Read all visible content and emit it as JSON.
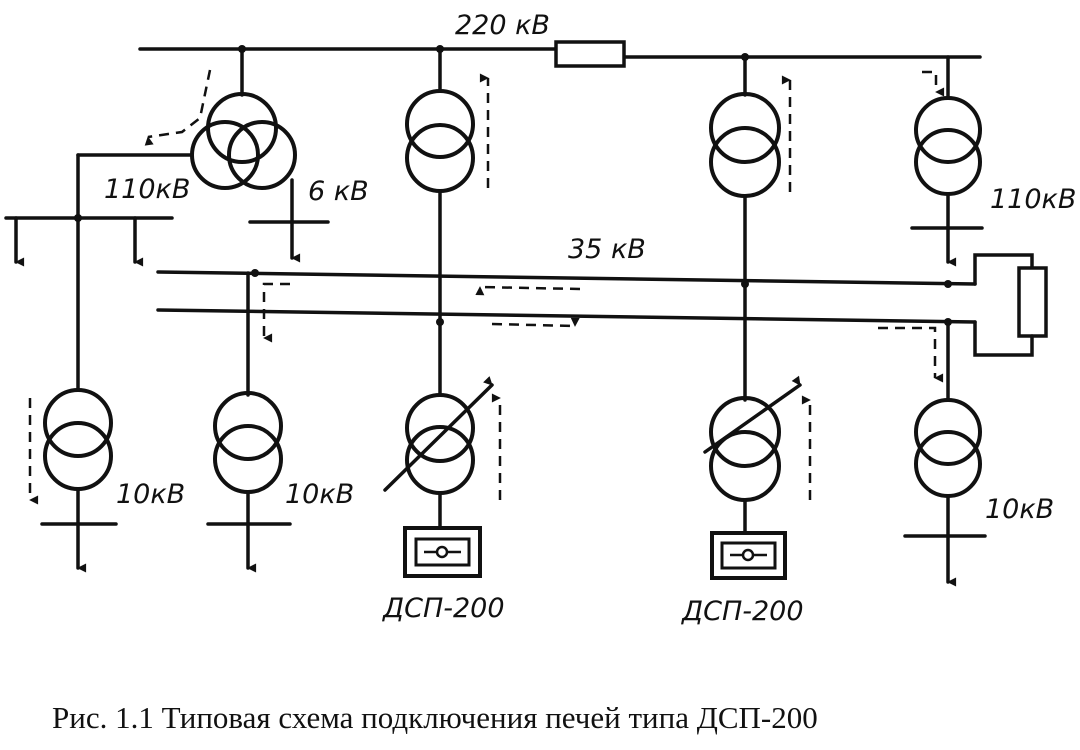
{
  "labels": {
    "v220": "220 кВ",
    "v110_left": "110кВ",
    "v6": "6 кВ",
    "v110_right": "110кВ",
    "v35": "35 кВ",
    "v10_1": "10кВ",
    "v10_2": "10кВ",
    "v10_3": "10кВ",
    "furnace_1": "ДСП-200",
    "furnace_2": "ДСП-200"
  },
  "caption": "Рис. 1.1 Типовая схема подключения печей типа ДСП-200"
}
